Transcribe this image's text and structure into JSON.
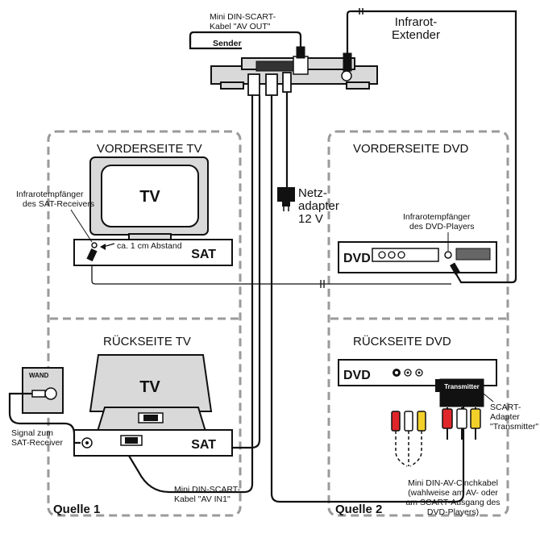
{
  "labels": {
    "mini_din_scart_out": [
      "Mini DIN-SCART-",
      "Kabel \"AV OUT\""
    ],
    "sender": "Sender",
    "infrarot_extender": [
      "Infrarot-",
      "Extender"
    ],
    "vorderseite_tv": "VORDERSEITE TV",
    "vorderseite_dvd": "VORDERSEITE DVD",
    "tv": "TV",
    "sat": "SAT",
    "dvd": "DVD",
    "ir_empfaenger_sat": [
      "Infrarotempfänger",
      "des SAT-Receivers"
    ],
    "abstand": "ca. 1 cm Abstand",
    "netzadapter": [
      "Netz-",
      "adapter",
      "12 V"
    ],
    "ir_empfaenger_dvd": [
      "Infrarotempfänger",
      "des DVD-Players"
    ],
    "rueckseite_tv": "RÜCKSEITE TV",
    "rueckseite_dvd": "RÜCKSEITE DVD",
    "wand": "WAND",
    "signal_sat": [
      "Signal zum",
      "SAT-Receiver"
    ],
    "transmitter": "Transmitter",
    "scart_adapter": [
      "SCART-",
      "Adapter",
      "\"Transmitter\""
    ],
    "mini_din_scart_in": [
      "Mini DIN-SCART-",
      "Kabel \"AV IN1\""
    ],
    "cinch_kabel": [
      "Mini DIN-AV-Cinchkabel",
      "(wahlweise am AV- oder",
      "am SCART-Ausgang des",
      "DVD-Players)"
    ],
    "quelle_1": "Quelle 1",
    "quelle_2": "Quelle 2"
  },
  "colors": {
    "box_dash": "#9a9a9a",
    "device_grey": "#d9d9d9",
    "plug_red": "#e0262b",
    "plug_yellow": "#f2d02a",
    "plug_white": "#ffffff"
  }
}
